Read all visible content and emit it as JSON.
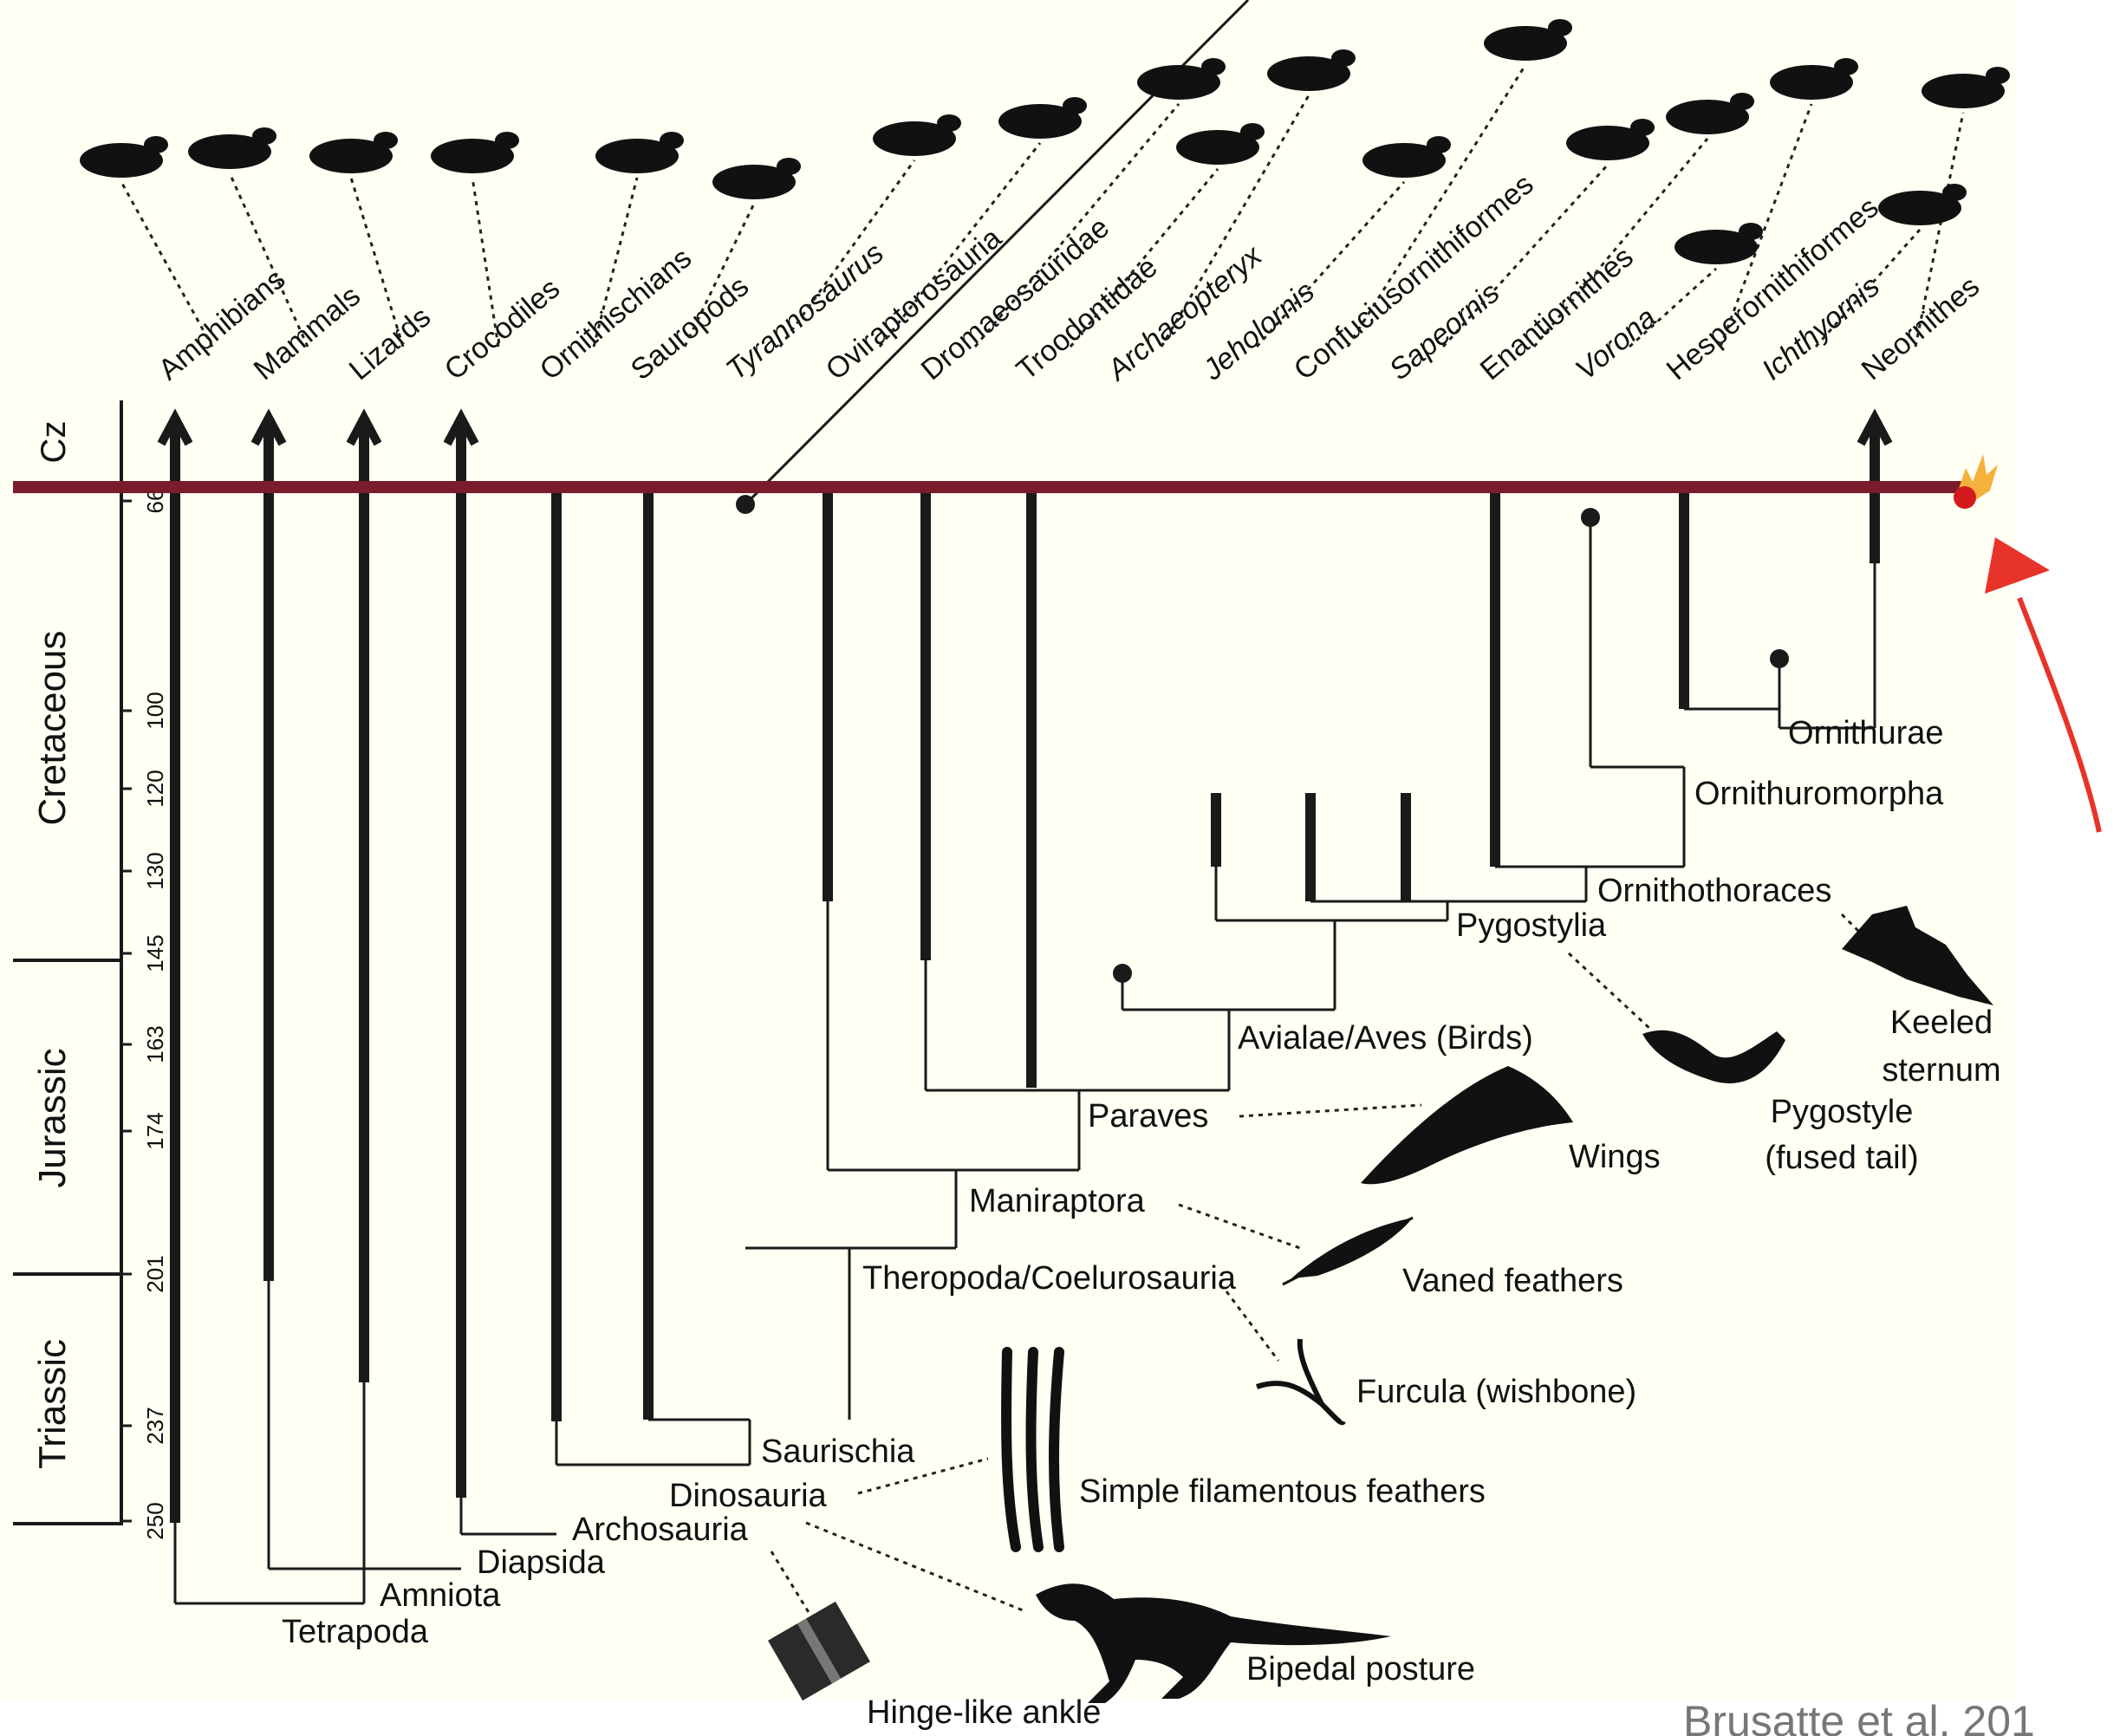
{
  "periods": {
    "cz": "Cz",
    "cretaceous": "Cretaceous",
    "jurassic": "Jurassic",
    "triassic": "Triassic"
  },
  "ticks": [
    "66",
    "100",
    "120",
    "130",
    "145",
    "163",
    "174",
    "201",
    "237",
    "250"
  ],
  "taxa": [
    "Amphibians",
    "Mammals",
    "Lizards",
    "Crocodiles",
    "Ornithischians",
    "Sauropods",
    "Tyrannosaurus",
    "Oviraptorosauria",
    "Dromaeosauridae",
    "Troodontidae",
    "Archaeopteryx",
    "Jeholornis",
    "Confuciusornithiformes",
    "Sapeornis",
    "Enantiornithes",
    "Vorona",
    "Hesperornithiformes",
    "Ichthyornis",
    "Neornithes"
  ],
  "italic_taxa": [
    "Tyrannosaurus",
    "Archaeopteryx",
    "Jeholornis",
    "Sapeornis",
    "Vorona",
    "Ichthyornis"
  ],
  "clades": {
    "tetrapoda": "Tetrapoda",
    "amniota": "Amniota",
    "diapsida": "Diapsida",
    "archosauria": "Archosauria",
    "dinosauria": "Dinosauria",
    "saurischia": "Saurischia",
    "theropoda": "Theropoda/Coelurosauria",
    "maniraptora": "Maniraptora",
    "paraves": "Paraves",
    "avialae": "Avialae/Aves (Birds)",
    "pygostylia": "Pygostylia",
    "ornithothoraces": "Ornithothoraces",
    "ornithuromorpha": "Ornithuromorpha",
    "ornithurae": "Ornithurae"
  },
  "traits": {
    "keeled_1": "Keeled",
    "keeled_2": "sternum",
    "pygostyle_1": "Pygostyle",
    "pygostyle_2": "(fused tail)",
    "wings": "Wings",
    "vaned": "Vaned feathers",
    "furcula": "Furcula (wishbone)",
    "filamentous": "Simple filamentous feathers",
    "bipedal": "Bipedal posture",
    "hinge": "Hinge-like ankle"
  },
  "citation": "Brusatte et al. 201",
  "colors": {
    "extinction_line": "#7a1c2b",
    "tree": "#1a1a1a",
    "annotation_arrow": "#e8332a",
    "asteroid": "#d4191c"
  }
}
